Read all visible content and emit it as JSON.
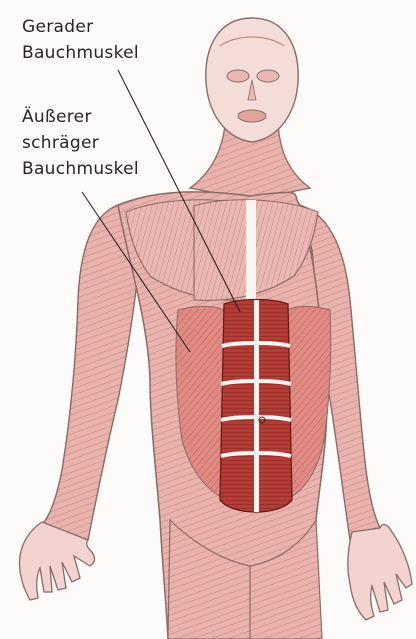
{
  "labels": {
    "rectus": {
      "line1": "Gerader",
      "line2": "Bauchmuskel"
    },
    "oblique": {
      "line1": "Äußerer",
      "line2": "schräger",
      "line3": "Bauchmuskel"
    }
  },
  "colors": {
    "skin_outline": "#8a6a66",
    "muscle_light": "#eec4c0",
    "muscle_mid": "#dc8f89",
    "muscle_dark": "#9c2f2a",
    "tendon": "#fbf3f1",
    "leader_line": "#2a2422",
    "label_text": "#2a2422"
  }
}
